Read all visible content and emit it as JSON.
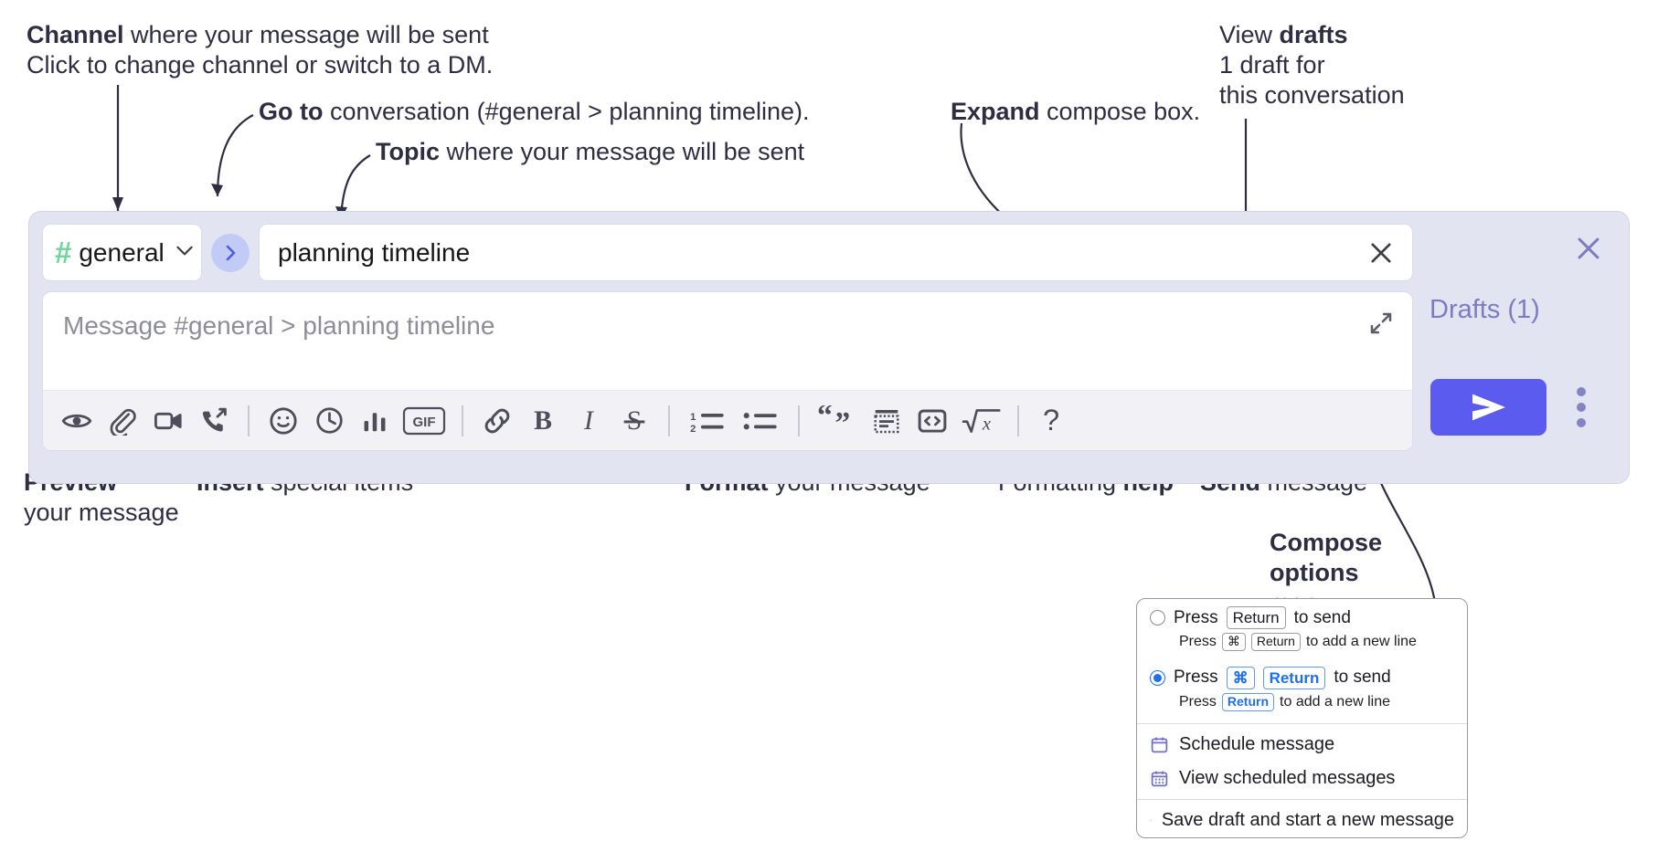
{
  "annotations": {
    "channel": {
      "bold": "Channel",
      "rest": " where your message will be sent",
      "sub": "Click to change channel or switch to a DM."
    },
    "goto": {
      "bold": "Go to",
      "rest": " conversation (#general > planning timeline)."
    },
    "topic": {
      "bold": "Topic",
      "rest": " where your message will be sent"
    },
    "expand": {
      "bold": "Expand",
      "rest": " compose box."
    },
    "drafts": {
      "pre": "View ",
      "bold": "drafts",
      "sub1": "1 draft for",
      "sub2": "this conversation"
    },
    "preview": {
      "bold": "Preview",
      "line2": "your message"
    },
    "insert": {
      "bold": "Insert",
      "rest": " special items"
    },
    "format": {
      "bold": "Format",
      "rest": " your message"
    },
    "help": {
      "pre": "Formatting ",
      "bold": "help"
    },
    "send": {
      "bold": "Send",
      "rest": " message"
    },
    "compose_options": {
      "bold1": "Compose",
      "bold2": "options",
      "rest": "menu"
    }
  },
  "compose": {
    "channel": {
      "hash": "#",
      "name": "general",
      "chevron_icon": "chevron-down-icon"
    },
    "goto_icon": "chevron-right-icon",
    "topic": {
      "value": "planning timeline",
      "clear_icon": "close-icon"
    },
    "message": {
      "placeholder": "Message #general > planning timeline",
      "expand_icon": "expand-icon"
    },
    "drafts_label": "Drafts (1)",
    "close_icon": "close-icon",
    "send_icon": "send-icon",
    "kebab_icon": "more-options-icon",
    "toolbar": [
      {
        "name": "preview-button",
        "icon": "eye-icon"
      },
      {
        "name": "attach-button",
        "icon": "paperclip-icon"
      },
      {
        "name": "video-button",
        "icon": "video-camera-icon"
      },
      {
        "name": "huddle-button",
        "icon": "phone-forward-icon"
      },
      {
        "name": "divider-1",
        "icon": "divider"
      },
      {
        "name": "emoji-button",
        "icon": "smiley-icon"
      },
      {
        "name": "schedule-button",
        "icon": "clock-icon"
      },
      {
        "name": "poll-button",
        "icon": "bar-chart-icon"
      },
      {
        "name": "gif-button",
        "icon": "gif-icon",
        "label": "GIF"
      },
      {
        "name": "divider-2",
        "icon": "divider"
      },
      {
        "name": "link-button",
        "icon": "link-icon"
      },
      {
        "name": "bold-button",
        "icon": "bold-icon",
        "label": "B"
      },
      {
        "name": "italic-button",
        "icon": "italic-icon",
        "label": "I"
      },
      {
        "name": "strikethrough-button",
        "icon": "strikethrough-icon",
        "label": "S"
      },
      {
        "name": "divider-3",
        "icon": "divider"
      },
      {
        "name": "ordered-list-button",
        "icon": "ordered-list-icon"
      },
      {
        "name": "bulleted-list-button",
        "icon": "bulleted-list-icon"
      },
      {
        "name": "divider-4",
        "icon": "divider"
      },
      {
        "name": "blockquote-button",
        "icon": "quote-icon"
      },
      {
        "name": "code-block-button",
        "icon": "code-block-icon"
      },
      {
        "name": "inline-code-button",
        "icon": "code-brackets-icon"
      },
      {
        "name": "math-button",
        "icon": "square-root-icon"
      },
      {
        "name": "divider-5",
        "icon": "divider"
      },
      {
        "name": "help-button",
        "icon": "question-mark-icon",
        "label": "?"
      }
    ]
  },
  "menu": {
    "option1": {
      "selected": false,
      "pre": "Press",
      "key": "Return",
      "post": "to send",
      "sub_pre": "Press",
      "sub_key1": "⌘",
      "sub_key2": "Return",
      "sub_post": "to add a new line"
    },
    "option2": {
      "selected": true,
      "pre": "Press",
      "key1": "⌘",
      "key2": "Return",
      "post": "to send",
      "sub_pre": "Press",
      "sub_key": "Return",
      "sub_post": "to add a new line"
    },
    "items": [
      {
        "label": "Schedule message",
        "icon": "calendar-icon"
      },
      {
        "label": "View scheduled messages",
        "icon": "calendar-days-icon"
      },
      {
        "label": "Save draft and start a new message",
        "icon": "file-check-icon"
      }
    ]
  },
  "colors": {
    "accent": "#5b5bef",
    "panel": "#e3e4f1",
    "hash_green": "#6ed69a",
    "drafts_purple": "#7b7cc4",
    "annotation_ink": "#2e2d41",
    "kbd_blue": "#1f6feb"
  }
}
